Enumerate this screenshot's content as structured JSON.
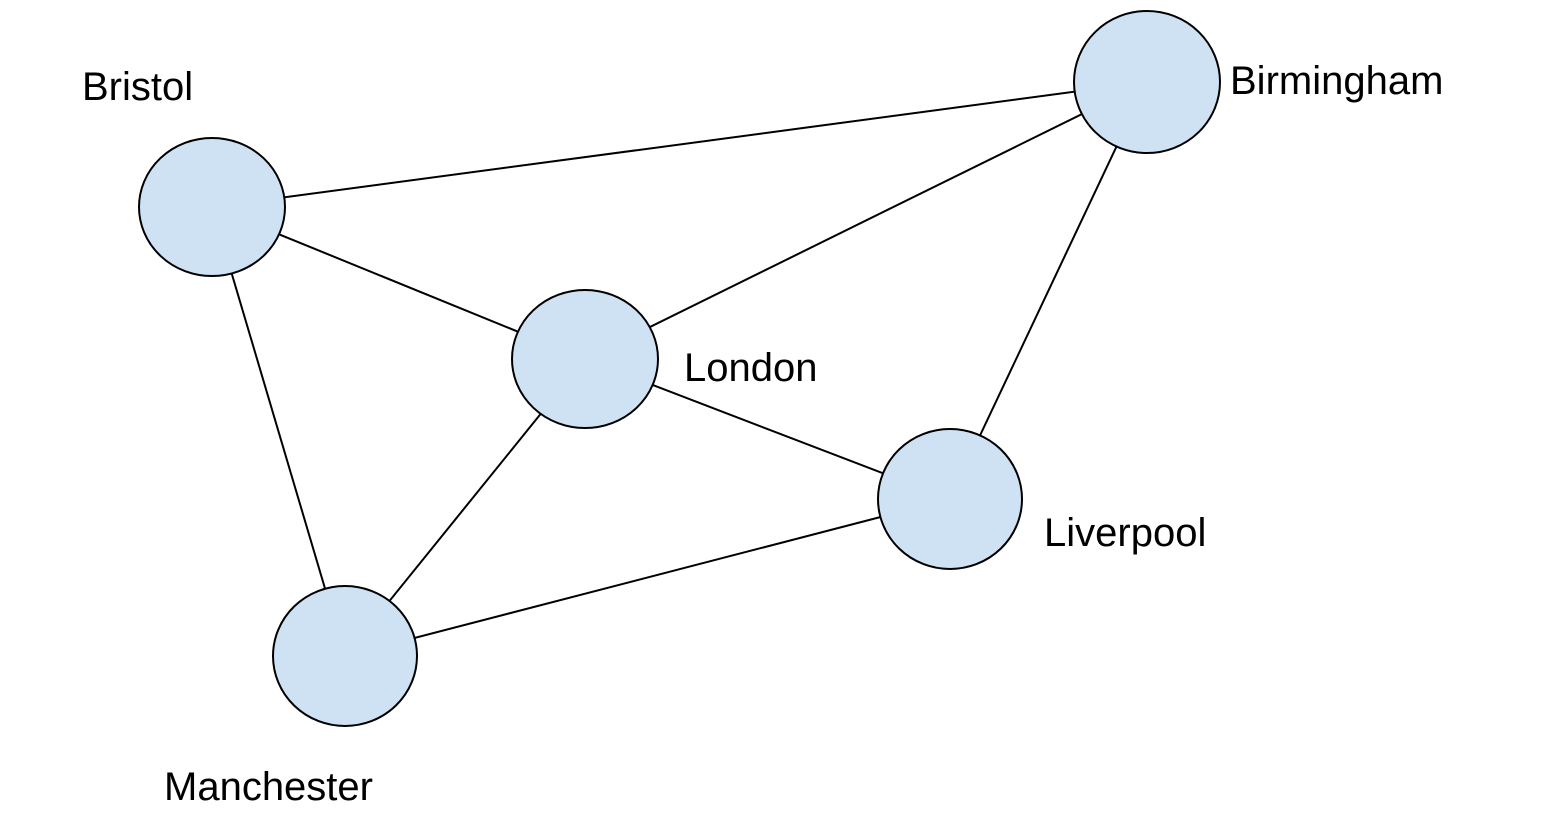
{
  "diagram": {
    "style": {
      "node_fill": "#cfe2f3",
      "node_stroke": "#000000",
      "edge_color": "#000000"
    },
    "nodes": [
      {
        "id": "bristol",
        "label": "Bristol"
      },
      {
        "id": "birmingham",
        "label": "Birmingham"
      },
      {
        "id": "london",
        "label": "London"
      },
      {
        "id": "liverpool",
        "label": "Liverpool"
      },
      {
        "id": "manchester",
        "label": "Manchester"
      }
    ],
    "edges": [
      {
        "from": "bristol",
        "to": "birmingham"
      },
      {
        "from": "bristol",
        "to": "london"
      },
      {
        "from": "bristol",
        "to": "manchester"
      },
      {
        "from": "london",
        "to": "birmingham"
      },
      {
        "from": "london",
        "to": "liverpool"
      },
      {
        "from": "london",
        "to": "manchester"
      },
      {
        "from": "birmingham",
        "to": "liverpool"
      },
      {
        "from": "manchester",
        "to": "liverpool"
      }
    ]
  }
}
